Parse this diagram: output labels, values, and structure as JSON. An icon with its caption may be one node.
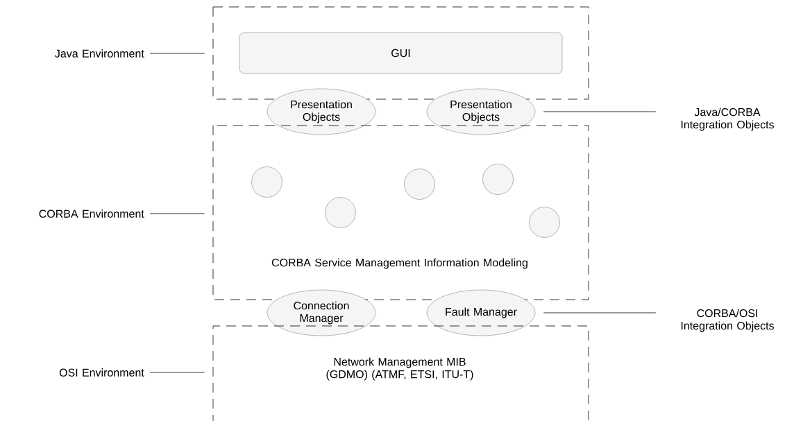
{
  "diagram": {
    "nodes": [
      {
        "text": [
          "Java Environment"
        ]
      },
      {
        "text": [],
        "shape": "box"
      },
      {
        "text": [
          "GUI"
        ],
        "in": 1
      },
      {
        "text": [
          "Presentation Objects"
        ]
      },
      {
        "text": [
          "Presentation Objects"
        ]
      },
      {
        "text": [
          "Java/CORBA Integration Objects"
        ]
      },
      {
        "text": [
          "CORBA Environment"
        ]
      },
      {
        "text": [
          "CORBA Service Management Information Modeling"
        ]
      },
      {
        "text": [],
        "shape": "circle",
        "in": 7
      },
      {
        "text": [],
        "shape": "circle",
        "in": 7
      },
      {
        "text": [],
        "shape": "circle",
        "in": 7
      },
      {
        "text": [],
        "shape": "circle",
        "in": 7
      },
      {
        "text": [],
        "shape": "circle",
        "in": 7
      },
      {
        "text": [
          "Connection Manager"
        ]
      },
      {
        "text": [
          "Fault Manager"
        ]
      },
      {
        "text": [
          "CORBA/OSI Integration Objects"
        ]
      },
      {
        "text": [
          "OSI Environment"
        ]
      },
      {
        "text": [
          "Network Management MIB (GDMO) (ATMF, ETSI, ITU-T)"
        ]
      }
    ],
    "edges": [
      {
        "from": 0,
        "to": 1,
        "arrow": "none"
      },
      {
        "from": 5,
        "to": 4,
        "arrow": "none"
      },
      {
        "from": 6,
        "to": 7,
        "arrow": "none"
      },
      {
        "from": 15,
        "to": 14,
        "arrow": "none"
      },
      {
        "from": 16,
        "to": 17,
        "arrow": "none"
      }
    ]
  }
}
